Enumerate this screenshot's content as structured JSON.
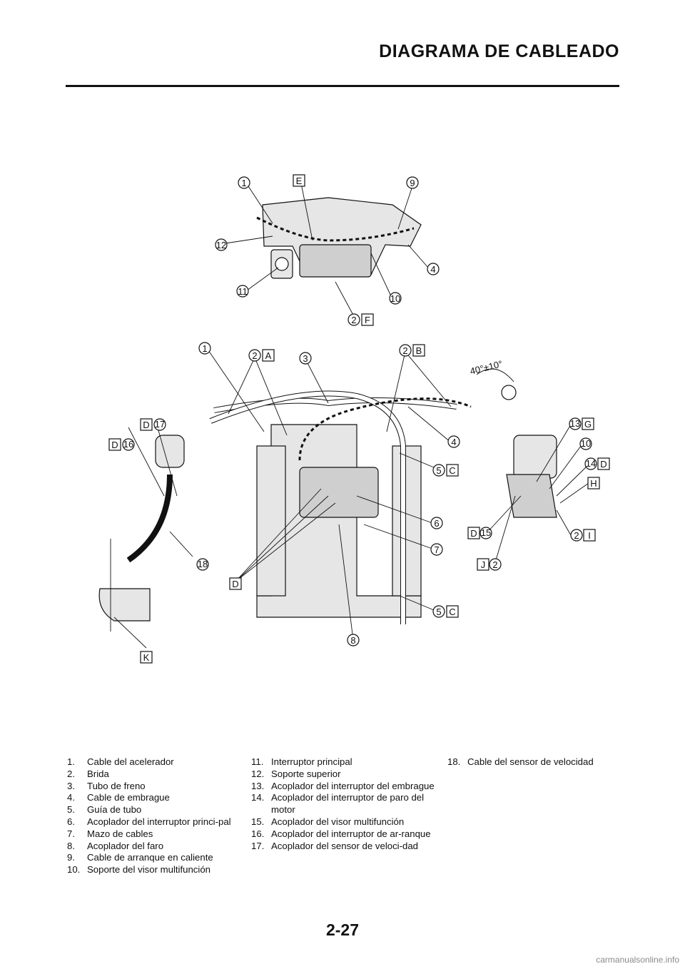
{
  "header": {
    "title": "DIAGRAMA DE CABLEADO"
  },
  "legend": {
    "col1": [
      {
        "n": "1.",
        "t": "Cable del acelerador"
      },
      {
        "n": "2.",
        "t": "Brida"
      },
      {
        "n": "3.",
        "t": "Tubo de freno"
      },
      {
        "n": "4.",
        "t": "Cable de embrague"
      },
      {
        "n": "5.",
        "t": "Guía de tubo"
      },
      {
        "n": "6.",
        "t": "Acoplador del interruptor princi-pal"
      },
      {
        "n": "7.",
        "t": "Mazo de cables"
      },
      {
        "n": "8.",
        "t": "Acoplador del faro"
      },
      {
        "n": "9.",
        "t": "Cable de arranque en caliente"
      },
      {
        "n": "10.",
        "t": "Soporte del visor multifunción"
      }
    ],
    "col2": [
      {
        "n": "11.",
        "t": "Interruptor principal"
      },
      {
        "n": "12.",
        "t": "Soporte superior"
      },
      {
        "n": "13.",
        "t": "Acoplador del interruptor del embrague"
      },
      {
        "n": "14.",
        "t": "Acoplador del interruptor de paro del motor"
      },
      {
        "n": "15.",
        "t": "Acoplador del visor multifunción"
      },
      {
        "n": "16.",
        "t": "Acoplador del interruptor de ar-ranque"
      },
      {
        "n": "17.",
        "t": "Acoplador del sensor de veloci-dad"
      }
    ],
    "col3": [
      {
        "n": "18.",
        "t": "Cable del sensor de velocidad"
      }
    ]
  },
  "callouts": {
    "c1": "1",
    "c2": "2",
    "c3": "3",
    "c4": "4",
    "c5": "5",
    "c6": "6",
    "c7": "7",
    "c8": "8",
    "c9": "9",
    "c10": "10",
    "c11": "11",
    "c12": "12",
    "c13": "13",
    "c14": "14",
    "c15": "15",
    "c16": "16",
    "c17": "17",
    "c18": "18",
    "A": "A",
    "B": "B",
    "C": "C",
    "D": "D",
    "E": "E",
    "F": "F",
    "G": "G",
    "H": "H",
    "I": "I",
    "J": "J",
    "K": "K",
    "angle": "40°±10°"
  },
  "footer": {
    "page_number": "2-27",
    "watermark": "carmanualsonline.info"
  }
}
